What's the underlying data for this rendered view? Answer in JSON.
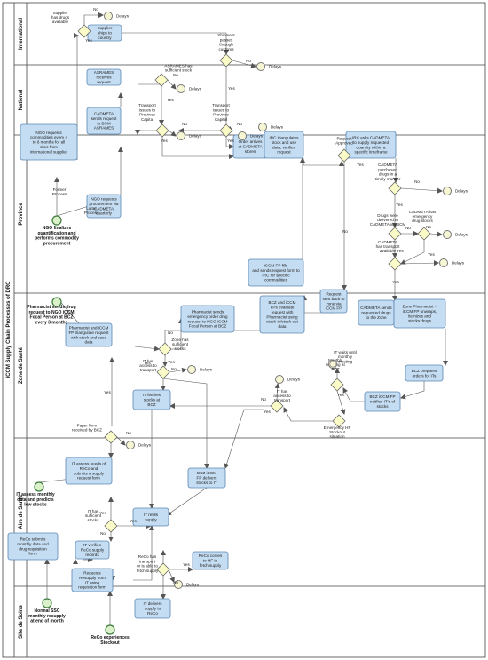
{
  "pool": {
    "title": "iCCM Supply Chain Processes of DRC"
  },
  "lanes": [
    {
      "label": "International"
    },
    {
      "label": "National"
    },
    {
      "label": "Province"
    },
    {
      "label": "Zone de Santé"
    },
    {
      "label": "Aire de Santé"
    },
    {
      "label": "Site de Soins"
    }
  ],
  "tasks": [
    {
      "lines": [
        "Supplier",
        "ships to",
        "country"
      ]
    },
    {
      "lines": [
        "ASRAMES",
        "receives",
        "request"
      ]
    },
    {
      "lines": [
        "CADMETA",
        "sends request",
        "to BCM",
        "ASRAMES"
      ]
    },
    {
      "lines": [
        "NGO requests",
        "commodities every 4",
        "to 6 months for all",
        "sites from",
        "international supplier"
      ]
    },
    {
      "lines": [
        "NGO requests",
        "procurement via",
        "CADMETA",
        "quarterly"
      ]
    },
    {
      "lines": [
        "Order arrives",
        "at CADMETA",
        "stores"
      ]
    },
    {
      "lines": [
        "IRC triangulates",
        "stock and use",
        "data, verifies",
        "request"
      ]
    },
    {
      "lines": [
        "IRC asks CADMETA",
        "to supply requested",
        "quantity within a",
        "specific timeframe"
      ]
    },
    {
      "lines": [
        "iCCM FP fills",
        "and sends request form to",
        "IRC for specific",
        "commodities"
      ]
    },
    {
      "lines": [
        "Request",
        "sent back to",
        "zone via",
        "iCCM FP"
      ]
    },
    {
      "lines": [
        "CADMETA sends",
        "requested drugs",
        "to the Zone"
      ]
    },
    {
      "lines": [
        "Zone Pharmacist +",
        "iCCM FP unwraps,",
        "itemizes and",
        "stocks drugs"
      ]
    },
    {
      "lines": [
        "BCZ and iCCM",
        "FPs evaluate",
        "request with",
        "Pharmacist using",
        "stock-in/stock out",
        "data"
      ]
    },
    {
      "lines": [
        "Pharmacist sends",
        "emergency order drug",
        "request to NGO iCCM",
        "Focal Person at BCZ"
      ]
    },
    {
      "lines": [
        "Pharmacist and iCCM",
        "FP triangulate request",
        "with stock and case",
        "data"
      ]
    },
    {
      "lines": [
        "BCZ prepares",
        "orders for ITs"
      ]
    },
    {
      "lines": [
        "BCZ iCCM FP",
        "notifies IT's of",
        "stocks"
      ]
    },
    {
      "lines": [
        "IT fetches",
        "stocks at",
        "BCZ"
      ]
    },
    {
      "lines": [
        "BCZ iCCM",
        "FP delivers",
        "stocks to IT"
      ]
    },
    {
      "lines": [
        "IT assess needs of",
        "ReCo and",
        "submits a supply",
        "request form"
      ]
    },
    {
      "lines": [
        "IT refills",
        "supply"
      ]
    },
    {
      "lines": [
        "IT verifies",
        "ReCo supply",
        "records"
      ]
    },
    {
      "lines": [
        "ReCo submits",
        "monthly data and",
        "drug requisition",
        "form"
      ]
    },
    {
      "lines": [
        "Requests",
        "Resupply from",
        "IT using",
        "requisition form"
      ]
    },
    {
      "lines": [
        "ReCo comes",
        "to HF to",
        "fetch supply"
      ]
    },
    {
      "lines": [
        "IT delivers",
        "supply to",
        "ReCo"
      ]
    }
  ],
  "gateways": [
    {
      "lines": [
        "Supplier",
        "has drugs",
        "available"
      ]
    },
    {
      "lines": [
        "Shipment",
        "passes",
        "through",
        "customs"
      ]
    },
    {
      "lines": [
        "ASRAMES has",
        "sufficient stock"
      ]
    },
    {
      "lines": [
        "Transport",
        "issues to",
        "Province",
        "Capital"
      ]
    },
    {
      "lines": [
        "Transport",
        "issues to",
        "Province",
        "Capital"
      ]
    },
    {
      "lines": [
        "Request",
        "Approved"
      ]
    },
    {
      "lines": [
        "CADMETA",
        "purchased",
        "drugs in a",
        "timely manner"
      ]
    },
    {
      "lines": [
        "Drugs were",
        "delivered to",
        "CADMETA via BCM"
      ]
    },
    {
      "lines": [
        "CADMETA has",
        "emergency",
        "drug stocks"
      ]
    },
    {
      "lines": [
        "CADMETA",
        "has transport",
        "available"
      ]
    },
    {
      "lines": [
        "Zone has",
        "sufficient",
        "stocks"
      ]
    },
    {
      "lines": [
        "IT has",
        "access to",
        "transport"
      ]
    },
    {
      "lines": [
        "IT has",
        "access to",
        "transport"
      ]
    },
    {
      "lines": [
        "Monthly",
        "meeting at",
        "BCZ"
      ]
    },
    {
      "lines": [
        "Emergency HF",
        "Stockout",
        "situation"
      ]
    },
    {
      "lines": [
        "Paper form",
        "received by BCZ"
      ]
    },
    {
      "lines": [
        "IT has",
        "sufficient",
        "stocks"
      ]
    },
    {
      "lines": [
        "ReCo has",
        "transport",
        "or is able to",
        "fetch supply"
      ]
    }
  ],
  "start_events": [
    {
      "lines": [
        "NGO finalizes",
        "quantification and",
        "performs commodity",
        "procurement"
      ]
    },
    {
      "lines": [
        "Pharmacist sends drug",
        "request to NGO iCCM",
        "Focal Person at BCZ",
        "every 3 months"
      ]
    },
    {
      "lines": [
        "IT assess monthly",
        "data and predicts",
        "low stocks"
      ]
    },
    {
      "lines": [
        "Normal SSC",
        "monthly resupply",
        "at end of month"
      ]
    },
    {
      "lines": [
        "ReCo experiences",
        "Stockout"
      ]
    }
  ],
  "events": [
    {
      "lines": [
        "IT waits until",
        "monthly",
        "meeting"
      ]
    }
  ],
  "end_events": {
    "label": "Delays"
  },
  "flow_labels": {
    "yes": "Yes",
    "no": "No",
    "former": [
      "Former",
      "Process"
    ],
    "latter": [
      "Latter",
      "Process"
    ]
  }
}
